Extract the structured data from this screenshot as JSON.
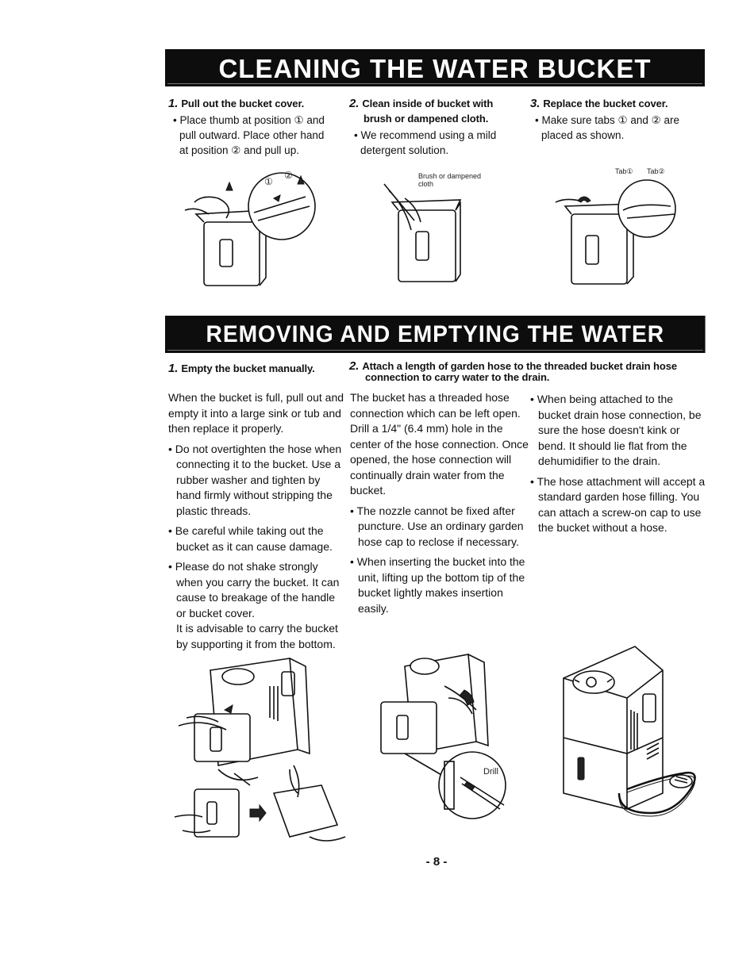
{
  "section1": {
    "title": "CLEANING THE WATER BUCKET",
    "steps": [
      {
        "num": "1.",
        "head": "Pull out the bucket cover.",
        "bullet": "• Place thumb at position ① and pull outward. Place other hand at position ② and pull up."
      },
      {
        "num": "2.",
        "head": "Clean inside of bucket with brush or dampened cloth.",
        "bullet": "• We recommend using a mild detergent solution."
      },
      {
        "num": "3.",
        "head": "Replace the bucket cover.",
        "bullet": "• Make sure tabs ① and ② are placed as shown."
      }
    ],
    "captions": {
      "brush": "Brush or dampened cloth",
      "tab1": "Tab①",
      "tab2": "Tab②",
      "pos1": "①",
      "pos2": "②"
    }
  },
  "section2": {
    "title": "REMOVING AND EMPTYING THE WATER BUCKET",
    "step1": {
      "num": "1.",
      "head": "Empty the bucket manually."
    },
    "step2": {
      "num": "2.",
      "head": "Attach a length of garden hose to the threaded bucket drain hose connection to carry water to the drain."
    },
    "col1": {
      "intro": "When the bucket is full, pull out and empty it into a large sink or tub and then replace it properly.",
      "bullets": [
        "• Do not overtighten the hose when connecting it to the bucket. Use a rubber washer and tighten by hand firmly without stripping the plastic threads.",
        "• Be careful while taking out the bucket as it can cause damage.",
        "• Please do not shake strongly when you carry the bucket. It can cause to breakage of the handle or bucket cover."
      ],
      "note": "It is advisable to carry the bucket by supporting it from the bottom."
    },
    "col2": {
      "intro": "The bucket has a threaded hose connection which can be left open. Drill a 1/4\" (6.4 mm) hole in the center of the hose connection. Once opened, the hose connection will continually drain water from the bucket.",
      "bullets": [
        "• The nozzle cannot be fixed after puncture. Use an ordinary garden hose cap to reclose if necessary.",
        "• When inserting the bucket into the unit, lifting up the bottom tip of the bucket lightly makes insertion easily."
      ]
    },
    "col3": {
      "bullets": [
        "• When being attached to the bucket drain hose connection, be sure the hose doesn't kink or bend. It should lie flat from the dehumidifier to the drain.",
        "• The hose attachment will accept a standard garden hose filling. You can attach a screw-on cap to use the bucket without a hose."
      ]
    },
    "drill_label": "Drill"
  },
  "page_number": "- 8 -"
}
